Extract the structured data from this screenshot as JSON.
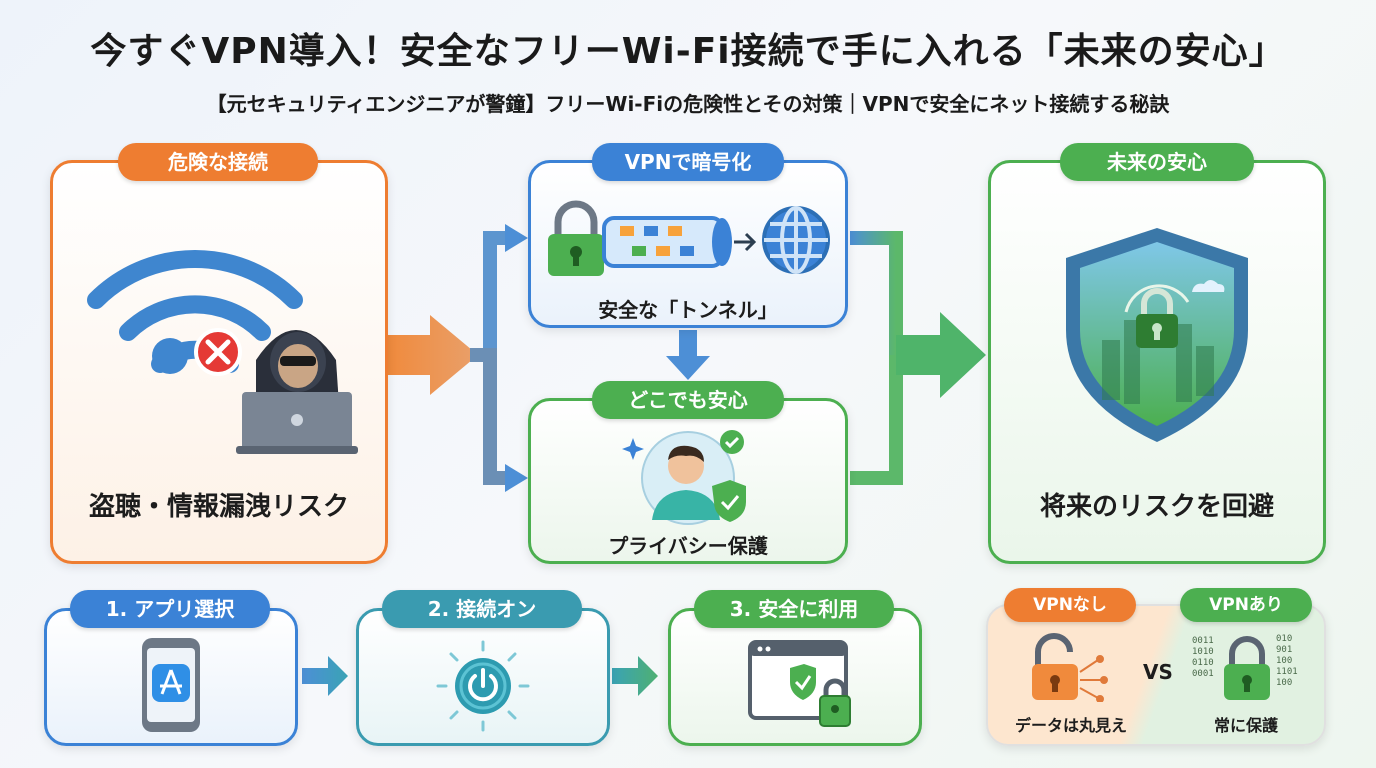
{
  "header": {
    "title": "今すぐVPN導入！安全なフリーWi-Fi接続で手に入れる「未来の安心」",
    "subtitle": "【元セキュリティエンジニアが警鐘】フリーWi-Fiの危険性とその対策｜VPNで安全にネット接続する秘訣"
  },
  "panels": {
    "danger": {
      "tag": "危険な接続",
      "caption": "盗聴・情報漏洩リスク"
    },
    "vpn": {
      "tag": "VPNで暗号化",
      "caption": "安全な「トンネル」"
    },
    "anywhere": {
      "tag": "どこでも安心",
      "caption": "プライバシー保護"
    },
    "future": {
      "tag": "未来の安心",
      "caption": "将来のリスクを回避"
    }
  },
  "steps": [
    {
      "label": "1. アプリ選択"
    },
    {
      "label": "2. 接続オン"
    },
    {
      "label": "3. 安全に利用"
    }
  ],
  "compare": {
    "without_tag": "VPNなし",
    "with_tag": "VPNあり",
    "vs": "VS",
    "without_caption": "データは丸見え",
    "with_caption": "常に保護",
    "binary_left": [
      "0011",
      "1010",
      "0110",
      "0001"
    ],
    "binary_right": [
      "010",
      "901",
      "100",
      "1101",
      "100"
    ]
  },
  "colors": {
    "orange": "#ee7d31",
    "blue": "#3b82d6",
    "green": "#4caf50",
    "teal": "#3a9bb0"
  }
}
